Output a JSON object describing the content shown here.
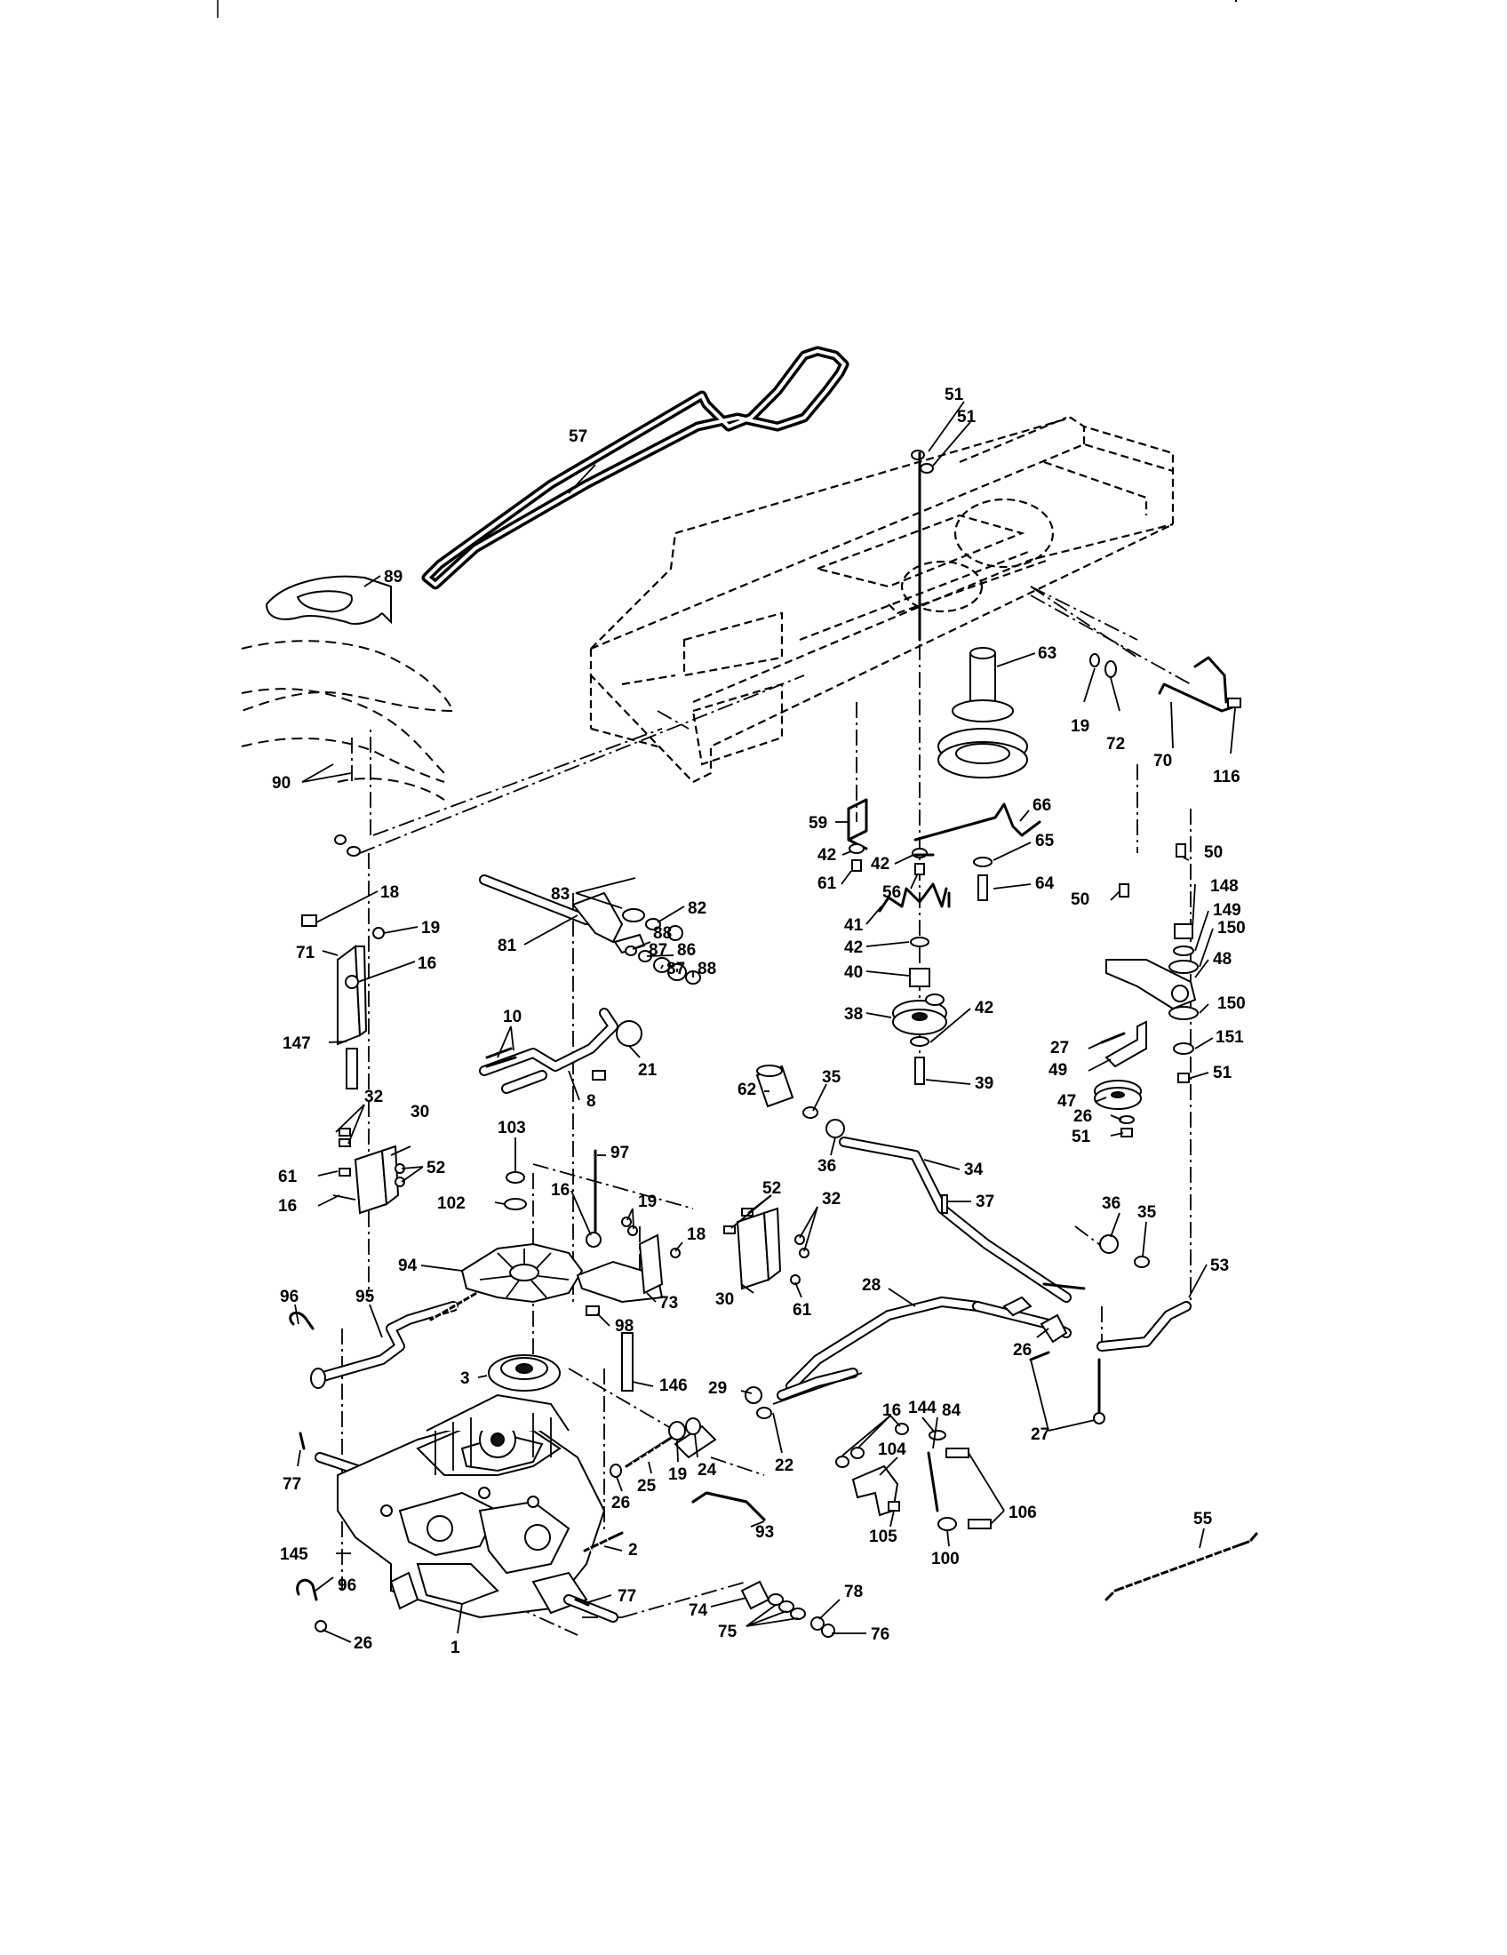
{
  "callouts": {
    "c57": "57",
    "c89": "89",
    "c90": "90",
    "c51a": "51",
    "c51b": "51",
    "c63": "63",
    "c19a": "19",
    "c72": "72",
    "c70": "70",
    "c116": "116",
    "c59": "59",
    "c42a": "42",
    "c61a": "61",
    "c42b": "42",
    "c56": "56",
    "c66": "66",
    "c65": "65",
    "c64": "64",
    "c41": "41",
    "c42c": "42",
    "c40": "40",
    "c38": "38",
    "c42d": "42",
    "c39": "39",
    "c18a": "18",
    "c19b": "19",
    "c71": "71",
    "c16a": "16",
    "c147": "147",
    "c83": "83",
    "c82": "82",
    "c81": "81",
    "c88a": "88",
    "c87a": "87",
    "c86": "86",
    "c87b": "87",
    "c88b": "88",
    "c10": "10",
    "c21": "21",
    "c8": "8",
    "c50a": "50",
    "c50b": "50",
    "c148": "148",
    "c149": "149",
    "c150a": "150",
    "c48": "48",
    "c150b": "150",
    "c27a": "27",
    "c151": "151",
    "c49": "49",
    "c51c": "51",
    "c47": "47",
    "c26a": "26",
    "c51d": "51",
    "c62": "62",
    "c35a": "35",
    "c36a": "36",
    "c34": "34",
    "c37": "37",
    "c32a": "32",
    "c30a": "30",
    "c61b": "61",
    "c52a": "52",
    "c16b": "16",
    "c103": "103",
    "c97": "97",
    "c102": "102",
    "c94": "94",
    "c16c": "16",
    "c19c": "19",
    "c18b": "18",
    "c73": "73",
    "c98": "98",
    "c52b": "52",
    "c32b": "32",
    "c30b": "30",
    "c61c": "61",
    "c36b": "36",
    "c35b": "35",
    "c53": "53",
    "c28": "28",
    "c26b": "26",
    "c27b": "27",
    "c96a": "96",
    "c95": "95",
    "c3": "3",
    "c29": "29",
    "c146": "146",
    "c16d": "16",
    "c144": "144",
    "c84": "84",
    "c104": "104",
    "c106": "106",
    "c105": "105",
    "c100": "100",
    "c22": "22",
    "c24": "24",
    "c19d": "19",
    "c25": "25",
    "c26c": "26",
    "c93": "93",
    "c2": "2",
    "c77a": "77",
    "c145": "145",
    "c96b": "96",
    "c26d": "26",
    "c1": "1",
    "c77b": "77",
    "c74": "74",
    "c75": "75",
    "c78": "78",
    "c76": "76",
    "c55": "55"
  }
}
